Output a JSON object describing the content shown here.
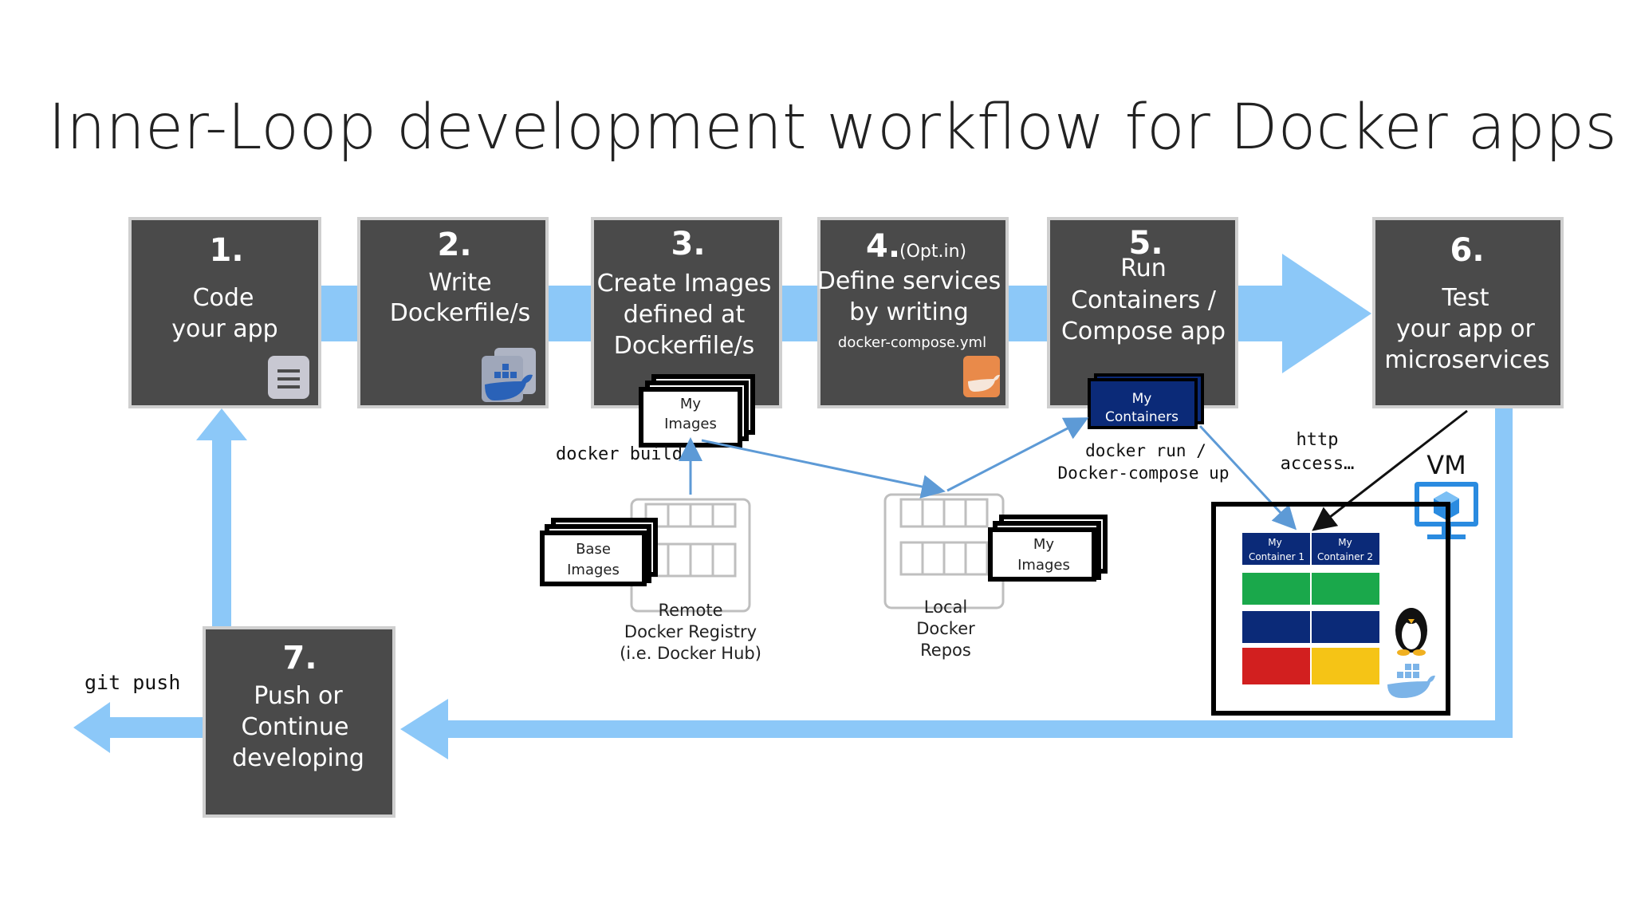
{
  "title": "Inner-Loop development workflow for Docker apps",
  "colors": {
    "box": "#4a4a4a",
    "arrow": "#8cc8f8",
    "navy": "#0b2a78",
    "green": "#1aa84b",
    "red": "#d21f1f",
    "yellow": "#f5c416"
  },
  "steps": {
    "s1": {
      "num": "1.",
      "line1": "Code",
      "line2": "your app"
    },
    "s2": {
      "num": "2.",
      "line1": "Write",
      "line2": "Dockerfile/s"
    },
    "s3": {
      "num": "3.",
      "line1": "Create Images",
      "line2": "defined at",
      "line3": "Dockerfile/s"
    },
    "s4": {
      "num": "4.",
      "opt": "(Opt.in)",
      "line1": "Define services",
      "line2": "by writing",
      "file": "docker-compose.yml"
    },
    "s5": {
      "num": "5.",
      "line1": "Run",
      "line2": "Containers /",
      "line3": "Compose app"
    },
    "s6": {
      "num": "6.",
      "line1": "Test",
      "line2": "your app or",
      "line3": "microservices"
    },
    "s7": {
      "num": "7.",
      "line1": "Push or",
      "line2": "Continue",
      "line3": "developing"
    }
  },
  "labels": {
    "my_images_1": "My",
    "my_images_2": "Images",
    "my_containers_1": "My",
    "my_containers_2": "Containers",
    "base_images_1": "Base",
    "base_images_2": "Images",
    "docker_build": "docker build",
    "docker_run_1": "docker run /",
    "docker_run_2": "Docker-compose up",
    "http_1": "http",
    "http_2": "access…",
    "vm": "VM",
    "remote_1": "Remote",
    "remote_2": "Docker Registry",
    "remote_3": "(i.e. Docker Hub)",
    "local_1": "Local",
    "local_2": "Docker",
    "local_3": "Repos",
    "git_push": "git push",
    "container1_1": "My",
    "container1_2": "Container 1",
    "container2_1": "My",
    "container2_2": "Container 2"
  },
  "icons": [
    "document-icon",
    "docker-whale-icon",
    "docker-compose-icon",
    "linux-penguin-icon",
    "vm-monitor-icon",
    "docker-whale-small-icon"
  ]
}
